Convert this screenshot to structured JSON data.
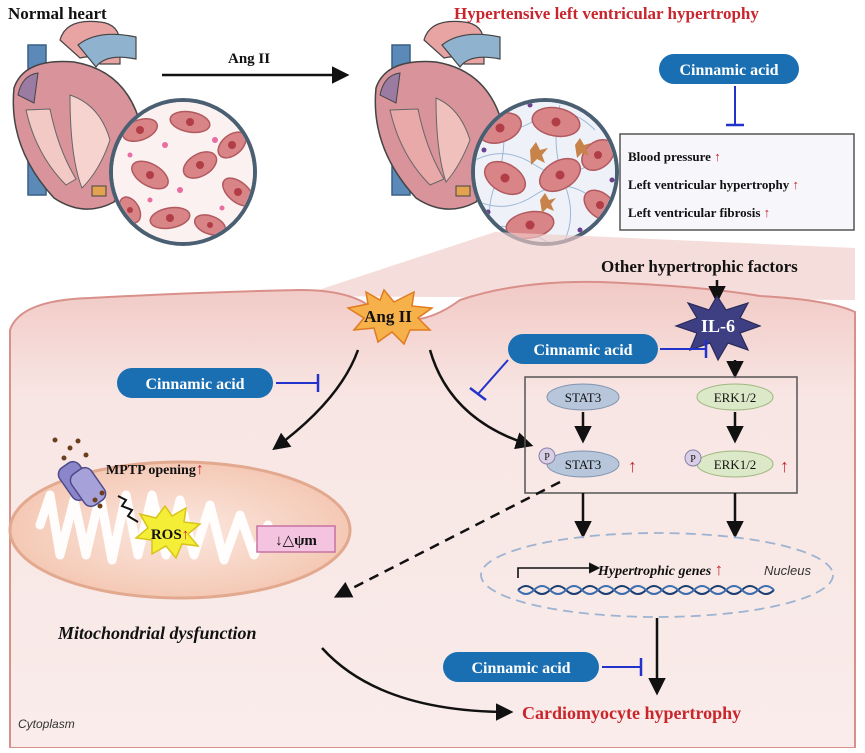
{
  "titles": {
    "normal_heart": "Normal heart",
    "hypertensive": "Hypertensive left ventricular hypertrophy"
  },
  "arrow_label": "Ang II",
  "inhibitor_label": "Cinnamic acid",
  "effects": {
    "items": [
      {
        "text": "Blood pressure",
        "arrow": "↑"
      },
      {
        "text": "Left ventricular hypertrophy",
        "arrow": "↑"
      },
      {
        "text": "Left ventricular fibrosis",
        "arrow": "↑"
      }
    ]
  },
  "other_factors": "Other hypertrophic factors",
  "il6": "IL-6",
  "ang2": "Ang II",
  "pathway": {
    "stat3": "STAT3",
    "erk": "ERK1/2",
    "p": "P",
    "up": "↑"
  },
  "mito": {
    "mptp": "MPTP opening",
    "ros": "ROS",
    "up": "↑",
    "potential": "↓△ψm",
    "dysfunction": "Mitochondrial dysfunction"
  },
  "nucleus": {
    "genes": "Hypertrophic genes",
    "up": "↑",
    "label": "Nucleus"
  },
  "outcome": "Cardiomyocyte hypertrophy",
  "cytoplasm": "Cytoplasm",
  "colors": {
    "title_red": "#c8262c",
    "inhibitor_blue": "#1a6fb3",
    "inhibit_line": "#2233cc",
    "up_red": "#c8262c",
    "cell_fill": "#f7e3e1",
    "cell_stroke": "#d9908a"
  }
}
